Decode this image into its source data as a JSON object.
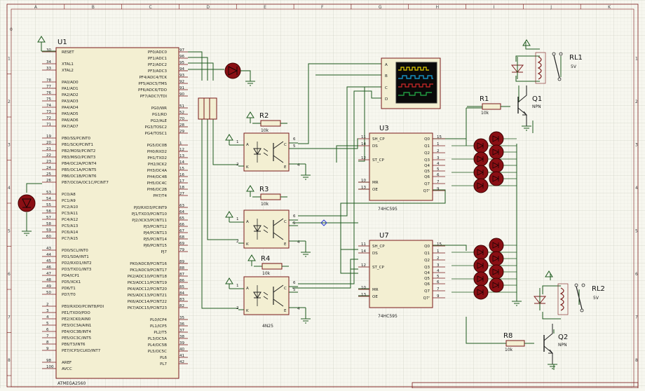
{
  "frame": {
    "columns": [
      "A",
      "B",
      "C",
      "D",
      "E",
      "F",
      "G",
      "H",
      "I",
      "J",
      "K"
    ],
    "rows": [
      "1",
      "2",
      "3",
      "4",
      "5",
      "6",
      "7",
      "8"
    ],
    "top_left_corner": "0"
  },
  "mcu": {
    "ref": "U1",
    "part": "ATMEGA2560",
    "left_pins": [
      {
        "num": "30",
        "name": "RESET"
      },
      {
        "num": "34",
        "name": "XTAL1"
      },
      {
        "num": "33",
        "name": "XTAL2"
      },
      {
        "num": "78",
        "name": "PA0/AD0"
      },
      {
        "num": "77",
        "name": "PA1/AD1"
      },
      {
        "num": "76",
        "name": "PA2/AD2"
      },
      {
        "num": "75",
        "name": "PA3/AD3"
      },
      {
        "num": "74",
        "name": "PA4/AD4"
      },
      {
        "num": "73",
        "name": "PA5/AD5"
      },
      {
        "num": "72",
        "name": "PA6/AD6"
      },
      {
        "num": "71",
        "name": "PA7/AD7"
      },
      {
        "num": "19",
        "name": "PB0/SS/PCINT0"
      },
      {
        "num": "20",
        "name": "PB1/SCK/PCINT1"
      },
      {
        "num": "21",
        "name": "PB2/MOSI/PCINT2"
      },
      {
        "num": "22",
        "name": "PB3/MISO/PCINT3"
      },
      {
        "num": "23",
        "name": "PB4/OC2A/PCINT4"
      },
      {
        "num": "24",
        "name": "PB5/OC1A/PCINT5"
      },
      {
        "num": "25",
        "name": "PB6/OC1B/PCINT6"
      },
      {
        "num": "26",
        "name": "PB7/OC0A/OC1C/PCINT7"
      },
      {
        "num": "53",
        "name": "PC0/A8"
      },
      {
        "num": "54",
        "name": "PC1/A9"
      },
      {
        "num": "55",
        "name": "PC2/A10"
      },
      {
        "num": "56",
        "name": "PC3/A11"
      },
      {
        "num": "57",
        "name": "PC4/A12"
      },
      {
        "num": "58",
        "name": "PC5/A13"
      },
      {
        "num": "59",
        "name": "PC6/A14"
      },
      {
        "num": "60",
        "name": "PC7/A15"
      },
      {
        "num": "43",
        "name": "PD0/SCL/INT0"
      },
      {
        "num": "44",
        "name": "PD1/SDA/INT1"
      },
      {
        "num": "45",
        "name": "PD2/RXD1/INT2"
      },
      {
        "num": "46",
        "name": "PD3/TXD1/INT3"
      },
      {
        "num": "47",
        "name": "PD4/ICP1"
      },
      {
        "num": "48",
        "name": "PD5/XCK1"
      },
      {
        "num": "49",
        "name": "PD6/T1"
      },
      {
        "num": "50",
        "name": "PD7/T0"
      },
      {
        "num": "2",
        "name": "PE0/RXD0/PCINT8/PDI"
      },
      {
        "num": "3",
        "name": "PE1/TXD0/PDO"
      },
      {
        "num": "4",
        "name": "PE2/XCK0/AIN0"
      },
      {
        "num": "5",
        "name": "PE3/OC3A/AIN1"
      },
      {
        "num": "6",
        "name": "PE4/OC3B/INT4"
      },
      {
        "num": "7",
        "name": "PE5/OC3C/INT5"
      },
      {
        "num": "8",
        "name": "PE6/T3/INT6"
      },
      {
        "num": "9",
        "name": "PE7/ICP3/CLKO/INT7"
      },
      {
        "num": "98",
        "name": "AREF"
      },
      {
        "num": "100",
        "name": "AVCC"
      }
    ],
    "right_pins": [
      {
        "num": "97",
        "name": "PF0/ADC0"
      },
      {
        "num": "96",
        "name": "PF1/ADC1"
      },
      {
        "num": "95",
        "name": "PF2/ADC2"
      },
      {
        "num": "94",
        "name": "PF3/ADC3"
      },
      {
        "num": "93",
        "name": "PF4/ADC4/TCK"
      },
      {
        "num": "92",
        "name": "PF5/ADC5/TMS"
      },
      {
        "num": "91",
        "name": "PF6/ADC6/TDO"
      },
      {
        "num": "90",
        "name": "PF7/ADC7/TDI"
      },
      {
        "num": "51",
        "name": "PG0/WR"
      },
      {
        "num": "52",
        "name": "PG1/RD"
      },
      {
        "num": "70",
        "name": "PG2/ALE"
      },
      {
        "num": "28",
        "name": "PG3/TOSC2"
      },
      {
        "num": "29",
        "name": "PG4/TOSC1"
      },
      {
        "num": "1",
        "name": "PG5/OC0B"
      },
      {
        "num": "12",
        "name": "PH0/RXD2"
      },
      {
        "num": "13",
        "name": "PH1/TXD2"
      },
      {
        "num": "14",
        "name": "PH2/XCK2"
      },
      {
        "num": "15",
        "name": "PH3/OC4A"
      },
      {
        "num": "16",
        "name": "PH4/OC4B"
      },
      {
        "num": "17",
        "name": "PH5/OC4C"
      },
      {
        "num": "18",
        "name": "PH6/OC2B"
      },
      {
        "num": "27",
        "name": "PH7/T4"
      },
      {
        "num": "63",
        "name": "PJ0/RXD3/PCINT9"
      },
      {
        "num": "64",
        "name": "PJ1/TXD3/PCINT10"
      },
      {
        "num": "65",
        "name": "PJ2/XCK3/PCINT11"
      },
      {
        "num": "66",
        "name": "PJ3/PCINT12"
      },
      {
        "num": "67",
        "name": "PJ4/PCINT13"
      },
      {
        "num": "68",
        "name": "PJ5/PCINT14"
      },
      {
        "num": "69",
        "name": "PJ6/PCINT15"
      },
      {
        "num": "79",
        "name": "PJ7"
      },
      {
        "num": "89",
        "name": "PK0/ADC8/PCINT16"
      },
      {
        "num": "88",
        "name": "PK1/ADC9/PCINT17"
      },
      {
        "num": "87",
        "name": "PK2/ADC10/PCINT18"
      },
      {
        "num": "86",
        "name": "PK3/ADC11/PCINT19"
      },
      {
        "num": "85",
        "name": "PK4/ADC12/PCINT20"
      },
      {
        "num": "84",
        "name": "PK5/ADC13/PCINT21"
      },
      {
        "num": "83",
        "name": "PK6/ADC14/PCINT22"
      },
      {
        "num": "82",
        "name": "PK7/ADC15/PCINT23"
      },
      {
        "num": "35",
        "name": "PL0/ICP4"
      },
      {
        "num": "36",
        "name": "PL1/ICP5"
      },
      {
        "num": "37",
        "name": "PL2/T5"
      },
      {
        "num": "38",
        "name": "PL3/OC5A"
      },
      {
        "num": "39",
        "name": "PL4/OC5B"
      },
      {
        "num": "40",
        "name": "PL5/OC5C"
      },
      {
        "num": "41",
        "name": "PL6"
      },
      {
        "num": "42",
        "name": "PL7"
      }
    ]
  },
  "resistors": [
    {
      "ref": "R2",
      "value": "10k"
    },
    {
      "ref": "R3",
      "value": "10k"
    },
    {
      "ref": "R4",
      "value": "10k"
    },
    {
      "ref": "R1",
      "value": "10k"
    },
    {
      "ref": "R8",
      "value": "10k"
    }
  ],
  "optocoupler": {
    "part": "4N25",
    "pins": {
      "anode": "A",
      "cathode": "K",
      "collector": "C",
      "emitter": "E",
      "n1": "1",
      "n2": "2",
      "n4": "4",
      "n5": "5",
      "n6": "6"
    }
  },
  "shift_registers": [
    {
      "ref": "U3",
      "part": "74HC595"
    },
    {
      "ref": "U7",
      "part": "74HC595"
    }
  ],
  "sr_pins": {
    "inputs": [
      {
        "num": "11",
        "name": "SH_CP"
      },
      {
        "num": "14",
        "name": "DS"
      },
      {
        "num": "12",
        "name": "ST_CP"
      },
      {
        "num": "10",
        "name": "MR"
      },
      {
        "num": "13",
        "name": "OE"
      }
    ],
    "outputs": [
      {
        "num": "15",
        "name": "Q0"
      },
      {
        "num": "1",
        "name": "Q1"
      },
      {
        "num": "2",
        "name": "Q2"
      },
      {
        "num": "3",
        "name": "Q3"
      },
      {
        "num": "4",
        "name": "Q4"
      },
      {
        "num": "5",
        "name": "Q5"
      },
      {
        "num": "6",
        "name": "Q6"
      },
      {
        "num": "7",
        "name": "Q7"
      },
      {
        "num": "9",
        "name": "Q7'"
      }
    ]
  },
  "oscilloscope": {
    "channels": [
      "A",
      "B",
      "C",
      "D"
    ]
  },
  "transistors": [
    {
      "ref": "Q1",
      "type": "NPN"
    },
    {
      "ref": "Q2",
      "type": "NPN"
    }
  ],
  "relays": [
    {
      "ref": "RL1",
      "voltage": "5V"
    },
    {
      "ref": "RL2",
      "voltage": "5V"
    }
  ],
  "colors": {
    "background": "#f7f7ef",
    "grid": "#d2d4c8",
    "wire": "#1e5a1e",
    "component": "#7a1a1a",
    "component_fill": "#f3efd2",
    "led": "#8a0f14",
    "scope_screen": "#0a0a0a"
  }
}
